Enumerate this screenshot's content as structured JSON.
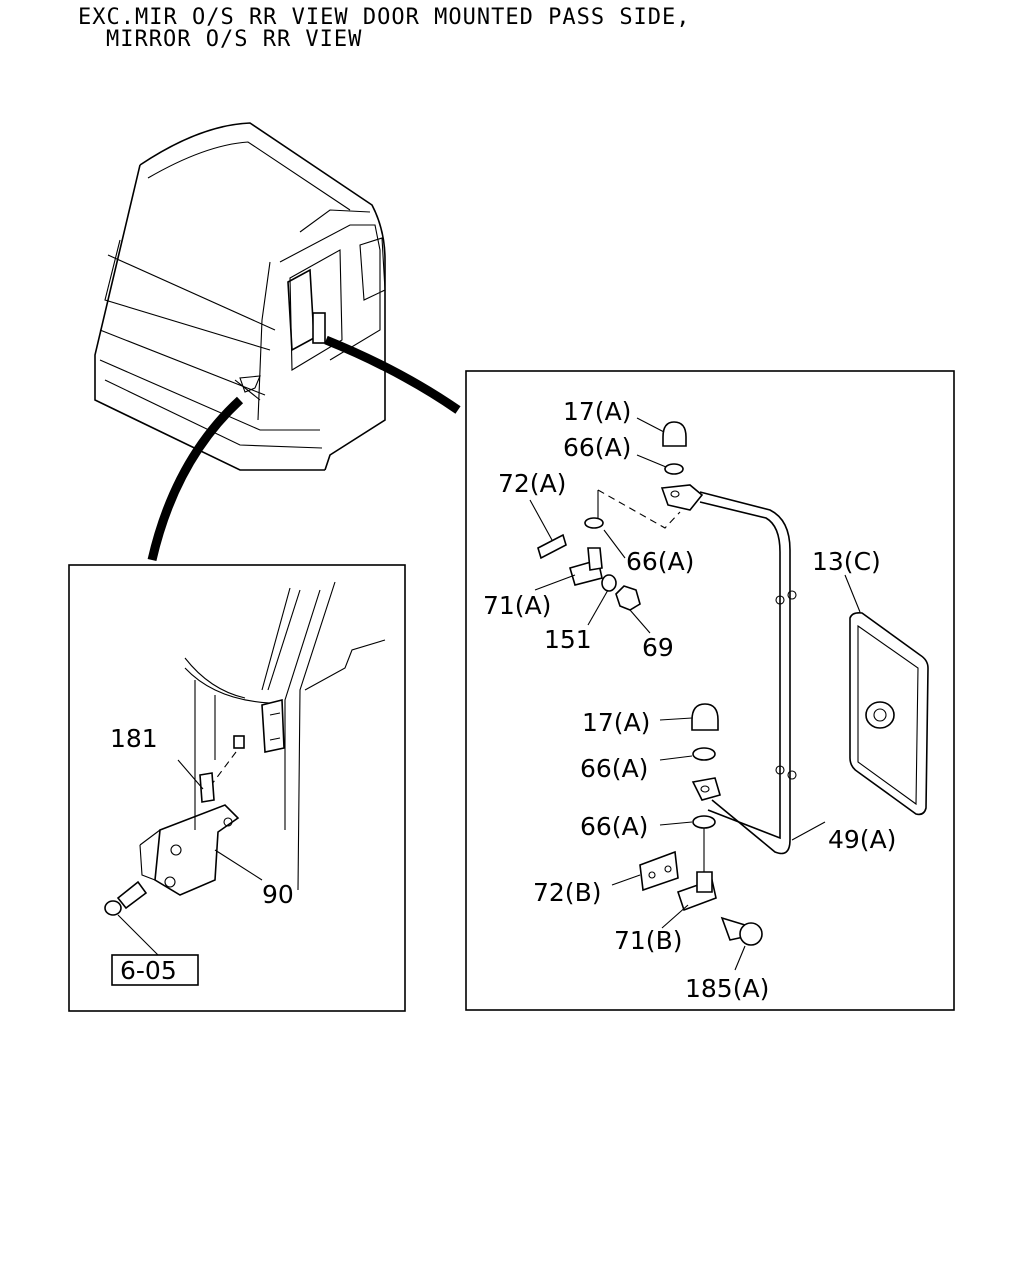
{
  "header": {
    "line1": "EXC.MIR O/S RR VIEW DOOR MOUNTED PASS SIDE,",
    "line2": "MIRROR O/S RR VIEW"
  },
  "left_panel": {
    "callouts": [
      "181",
      "90"
    ],
    "ref_box": "6-05"
  },
  "right_panel": {
    "callouts": [
      "17(A)",
      "66(A)",
      "72(A)",
      "66(A)",
      "71(A)",
      "151",
      "69",
      "13(C)",
      "17(A)",
      "66(A)",
      "66(A)",
      "49(A)",
      "72(B)",
      "71(B)",
      "185(A)"
    ]
  }
}
